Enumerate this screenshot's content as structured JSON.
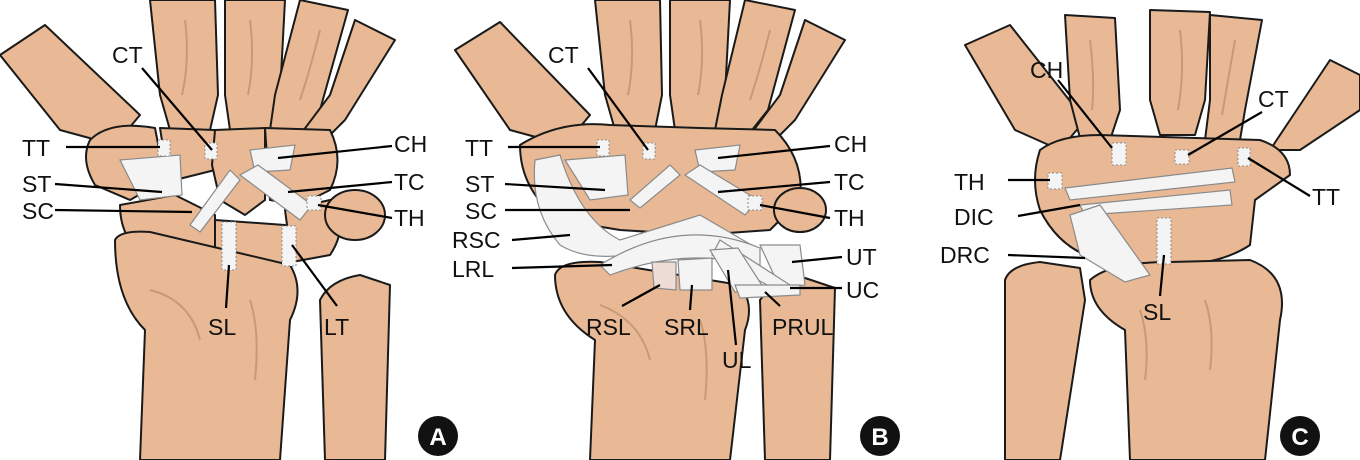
{
  "panels": [
    {
      "id": "A",
      "badge": "A",
      "labels": {
        "CT": "CT",
        "TT": "TT",
        "ST": "ST",
        "SC": "SC",
        "CH": "CH",
        "TC": "TC",
        "TH": "TH",
        "SL": "SL",
        "LT": "LT"
      }
    },
    {
      "id": "B",
      "badge": "B",
      "labels": {
        "CT": "CT",
        "TT": "TT",
        "ST": "ST",
        "SC": "SC",
        "RSC": "RSC",
        "LRL": "LRL",
        "CH": "CH",
        "TC": "TC",
        "TH": "TH",
        "UT": "UT",
        "UC": "UC",
        "RSL": "RSL",
        "SRL": "SRL",
        "UL": "UL",
        "PRUL": "PRUL"
      }
    },
    {
      "id": "C",
      "badge": "C",
      "labels": {
        "CH": "CH",
        "CT": "CT",
        "TH": "TH",
        "TT": "TT",
        "DIC": "DIC",
        "DRC": "DRC",
        "SL": "SL"
      }
    }
  ],
  "colors": {
    "bone": "#e8b994",
    "ligament": "#f4f4f4",
    "outline": "#1a1a1a",
    "badge": "#111111"
  }
}
